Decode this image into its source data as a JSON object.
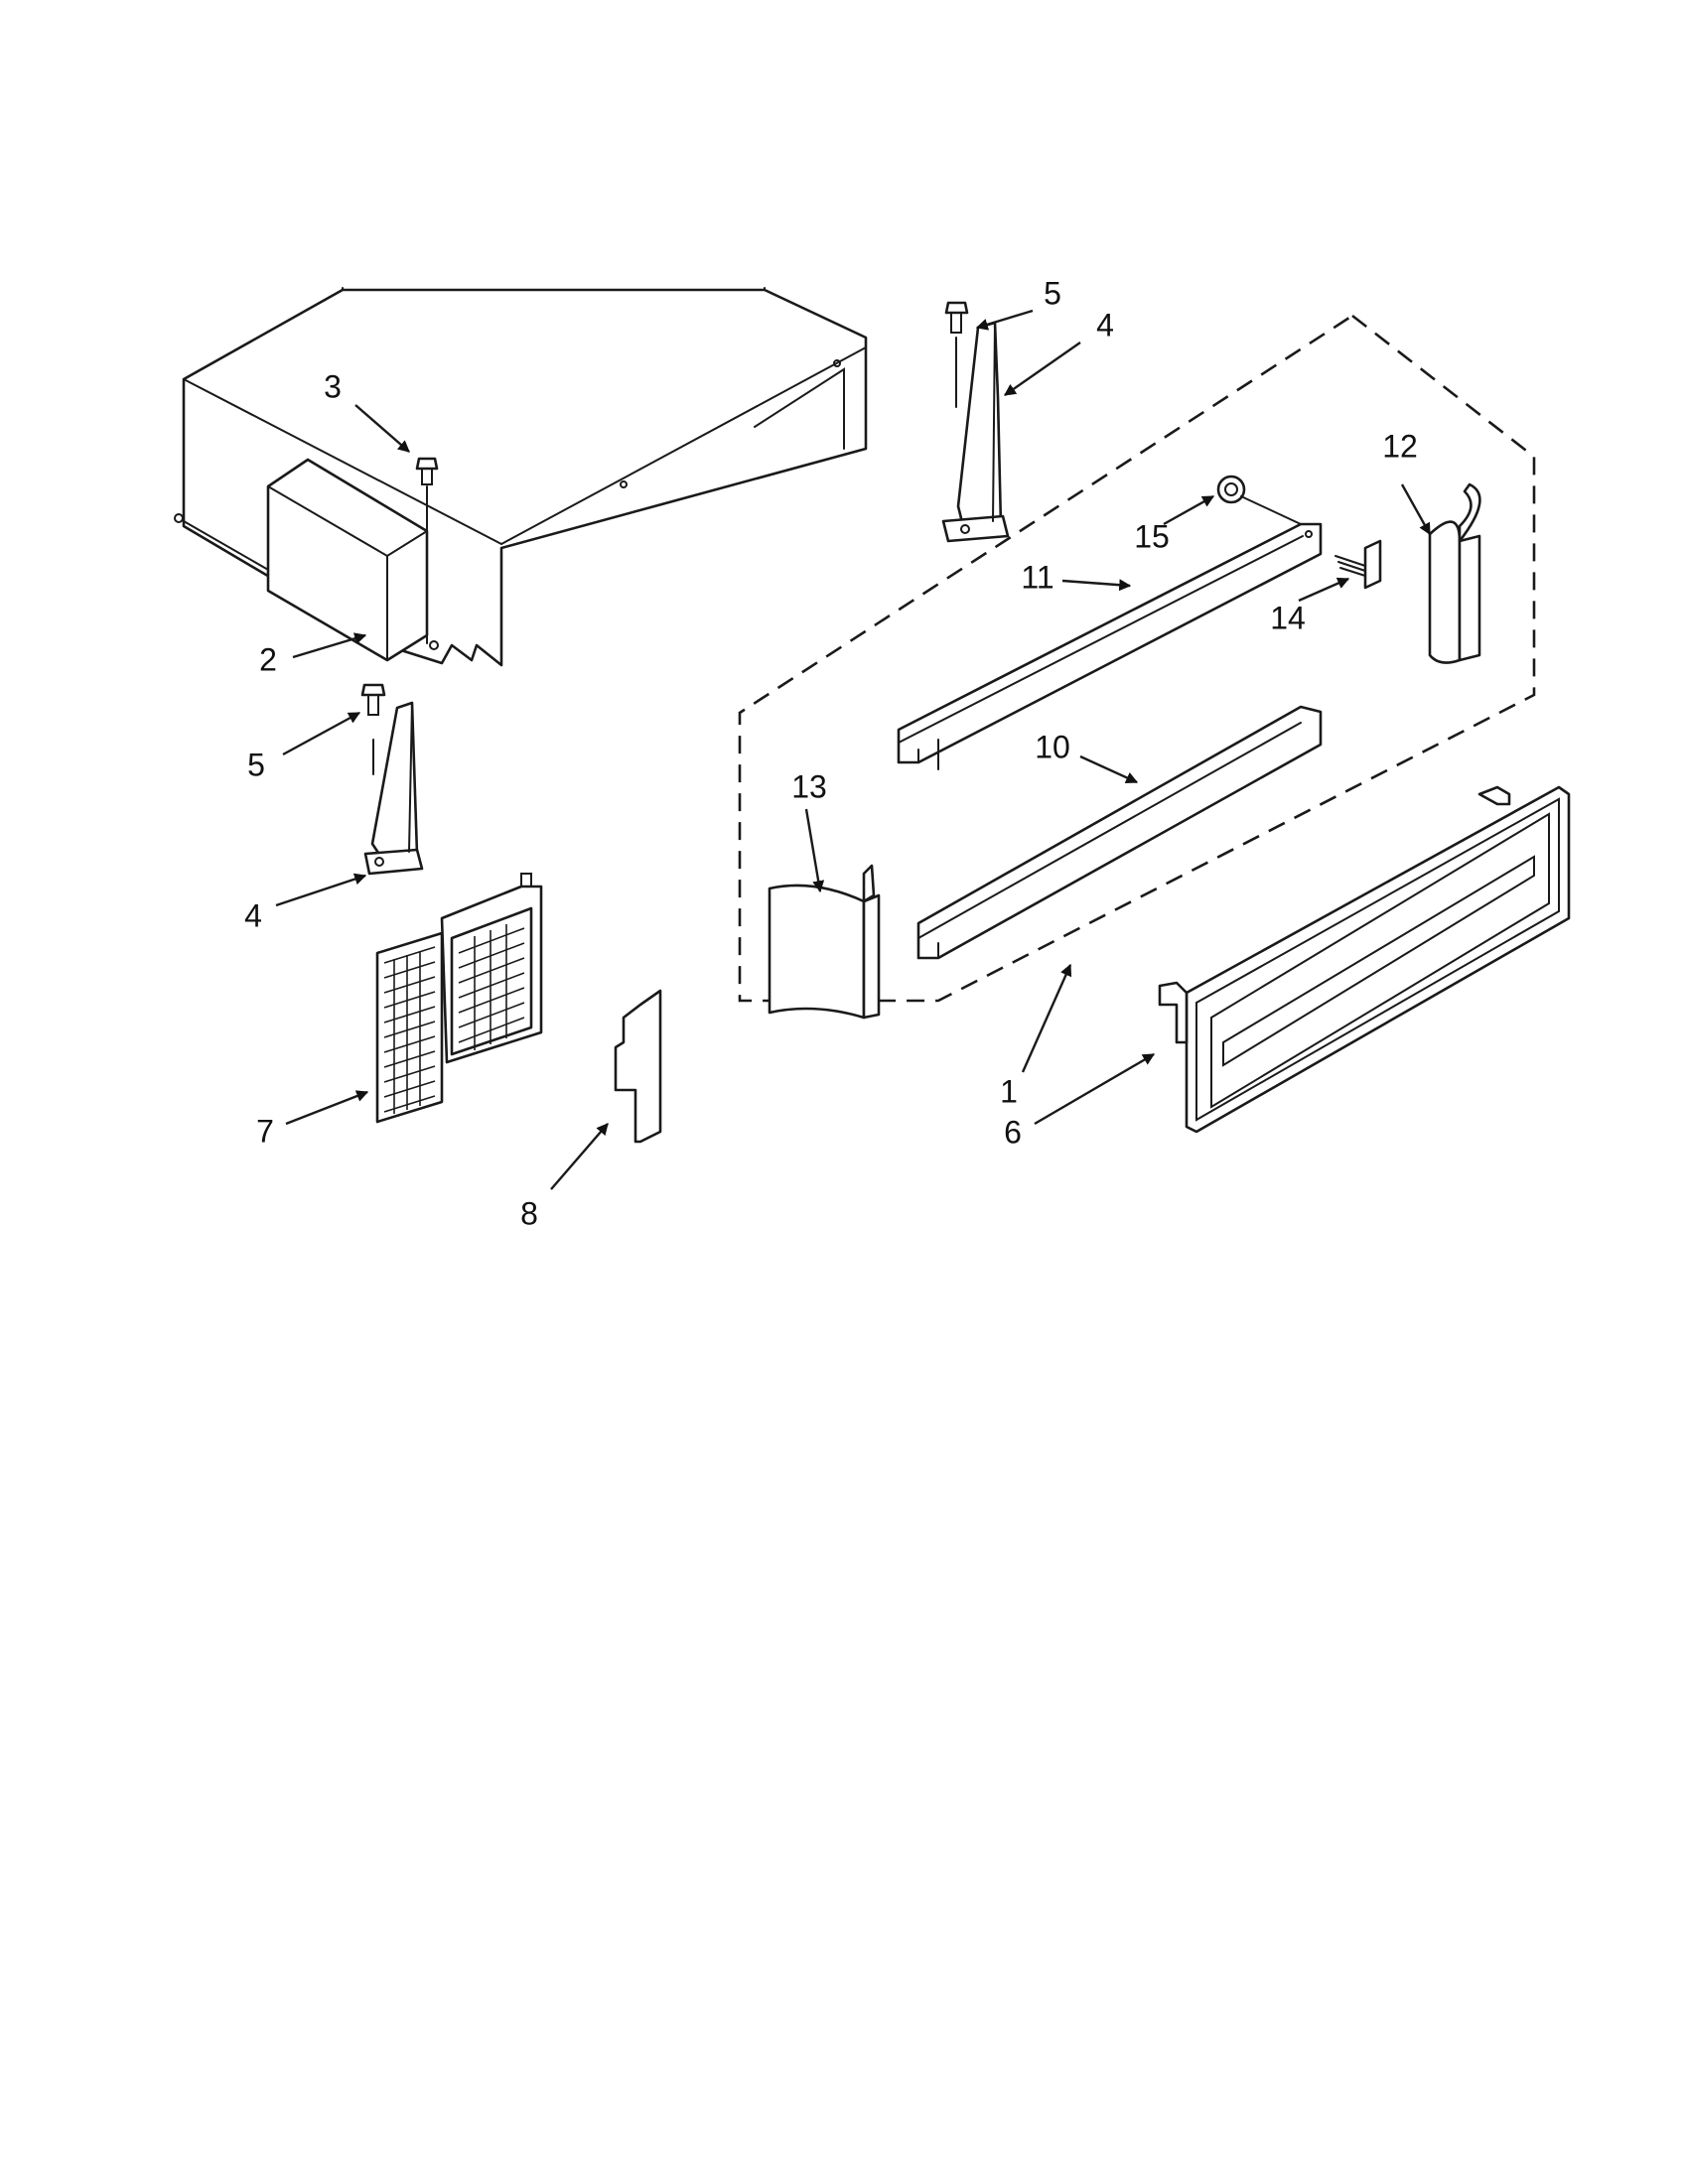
{
  "callouts": {
    "c1": "1",
    "c2": "2",
    "c3": "3",
    "c4a": "4",
    "c4b": "4",
    "c5a": "5",
    "c5b": "5",
    "c6": "6",
    "c7": "7",
    "c8": "8",
    "c10": "10",
    "c11": "11",
    "c12": "12",
    "c13": "13",
    "c14": "14",
    "c15": "15"
  }
}
